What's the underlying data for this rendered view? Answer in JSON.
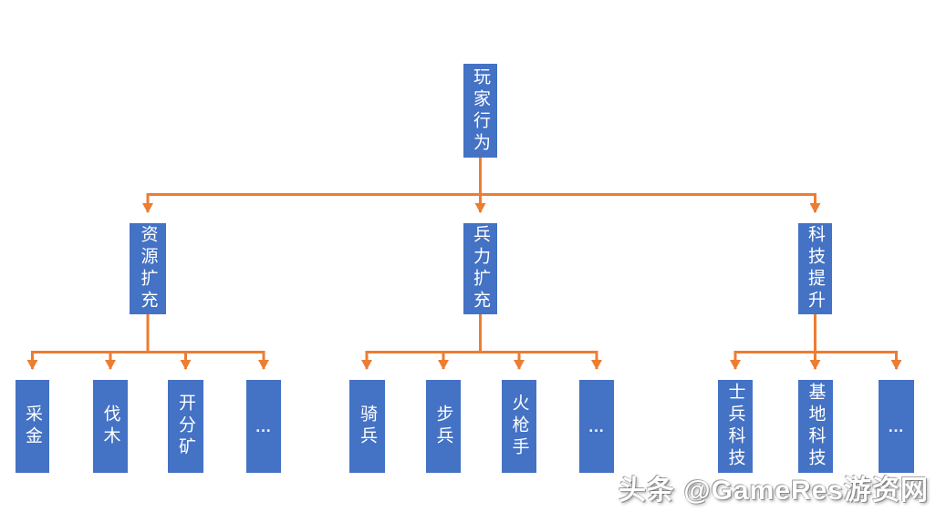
{
  "diagram": {
    "root": {
      "label": "玩家行为"
    },
    "branches": [
      {
        "label": "资源扩充",
        "children": [
          {
            "label": "采金"
          },
          {
            "label": "伐木"
          },
          {
            "label": "开分矿"
          },
          {
            "label": "…"
          }
        ]
      },
      {
        "label": "兵力扩充",
        "children": [
          {
            "label": "骑兵"
          },
          {
            "label": "步兵"
          },
          {
            "label": "火枪手"
          },
          {
            "label": "…"
          }
        ]
      },
      {
        "label": "科技提升",
        "children": [
          {
            "label": "士兵科技"
          },
          {
            "label": "基地科技"
          },
          {
            "label": "…"
          }
        ]
      }
    ],
    "colors": {
      "box_fill": "#4472C4",
      "box_text": "#FFFFFF",
      "connector": "#ED7D31"
    }
  },
  "watermark": {
    "text": "头条 @GameRes游资网"
  }
}
